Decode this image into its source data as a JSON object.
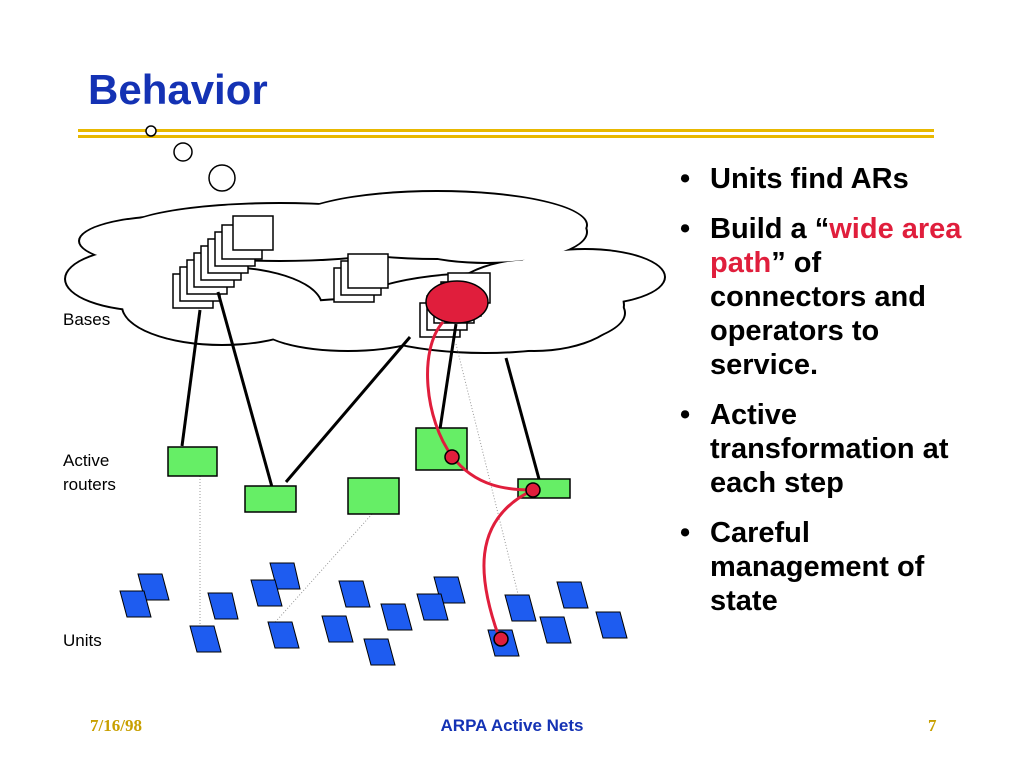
{
  "slide": {
    "title": "Behavior"
  },
  "diagram": {
    "labels": {
      "bases": "Bases",
      "active_routers_line1": "Active",
      "active_routers_line2": "routers",
      "units": "Units"
    }
  },
  "bullets": [
    {
      "text": "Units find ARs"
    },
    {
      "prefix": "Build a “",
      "highlight": "wide area path",
      "suffix": "” of connectors and operators to service."
    },
    {
      "text": "Active transformation at each step"
    },
    {
      "text": "Careful management of state"
    }
  ],
  "footer": {
    "date": "7/16/98",
    "center": "ARPA Active Nets",
    "page": "7"
  },
  "colors": {
    "title": "#1432b4",
    "rule": "#e8b800",
    "router_fill": "#66ee66",
    "unit_fill": "#1e5cf0",
    "path": "#e01e3c",
    "footer": "#c8a000"
  }
}
